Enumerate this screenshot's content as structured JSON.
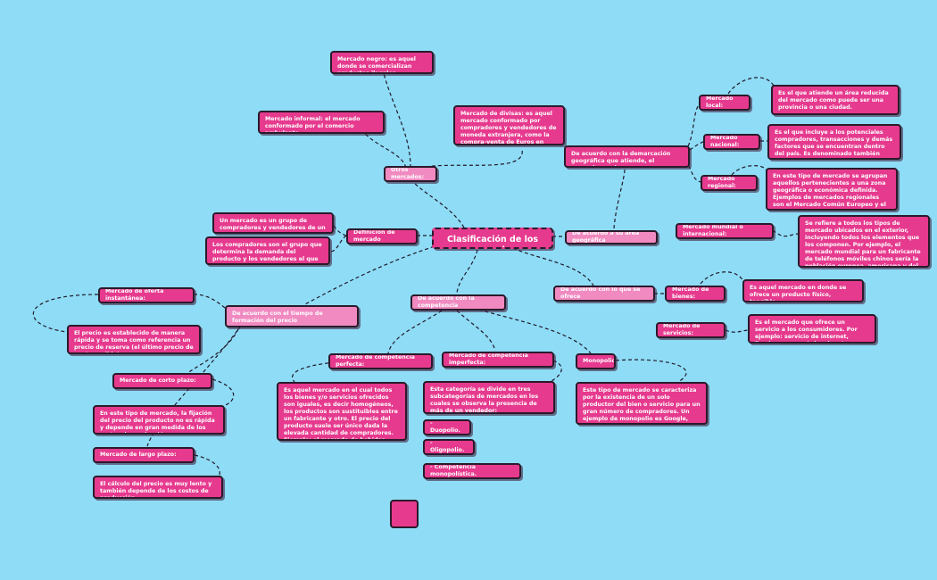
{
  "colors": {
    "background": "#8fdcf6",
    "node": "#e63a8e",
    "node_light": "#f08ac0",
    "border": "#2a1a2a"
  },
  "root": "Clasificación de los mercados",
  "nodes": {
    "mercado_negro": "Mercado negro: es aquel donde se comercializan productos ilegales.",
    "mercado_informal": "Mercado informal: el mercado conformado por el comercio ambulante.",
    "mercado_divisas": "Mercado de divisas: es aquel mercado conformado por compradores y vendedores de moneda extranjera, como la compra-venta de Euros en Estados Unidos, por ejemplo.",
    "otros_mercados": "Otros mercados:",
    "definicion": "Definición de mercado",
    "def_1": "Un mercado es un grupo de compradores y vendedores de un bien o servicio específico.",
    "def_2": "Los compradores son el grupo que determina la demanda del producto y los vendedores el que determina la oferta de dicho producto.",
    "area_geo": "De acuerdo a su área geográfica",
    "demarcacion": "De acuerdo con la demarcación geográfica que atiende, el mercado puede ser:",
    "local": "Mercado local:",
    "local_desc": "Es el que atiende un área reducida del mercado como puede ser una provincia o una ciudad.",
    "nacional": "Mercado nacional:",
    "nacional_desc": "Es el que incluye a los potenciales compradores, transacciones y demás factores que se encuentran dentro del país. Es denominado también Mercado Interno.",
    "regional": "Mercado regional:",
    "regional_desc": "En este tipo de mercado se agrupan aquellos pertenecientes a una zona geográfica o económica definida. Ejemplos de mercados regionales son el Mercado Común Europeo y el Mercado Común del Sur (Mercosur).",
    "mundial": "Mercado mundial o internacional:",
    "mundial_desc": "Se refiere a todos los tipos de mercado ubicados en el exterior, incluyendo todos los elementos que los componen. Por ejemplo, el mercado mundial para un fabricante de teléfonos móviles chinos sería la población europea, americana y del resto de Asia.",
    "lo_que_ofrece": "De acuerdo con lo que se ofrece",
    "bienes": "Mercado de bienes:",
    "bienes_desc": "Es aquel mercado en donde se ofrece un producto físico, tangible.",
    "servicios": "Mercado de servicios:",
    "servicios_desc": "Es el mercado que ofrece un servicio a los consumidores. Por ejemplo: servicio de internet, limpieza, asesoría legal, entre otros.",
    "competencia": "De acuerdo con la competencia",
    "perfecta": "Mercado de competencia perfecta:",
    "perfecta_desc": "Es aquel mercado en el cual todos los bienes y/o servicios ofrecidos son iguales, es decir homogéneos, los productos son sustituibles entre un fabricante y otro. El precio del producto suele ser único dada la elevada cantidad de compradores. Ejemplo: el mercado de bebidas deportivas.",
    "imperfecta": "Mercado de competencia imperfecta:",
    "imperfecta_desc": "Esta categoría se divide en tres subcategorías de mercados en los cuales se observa la presencia de más de un vendedor:",
    "duopolio": "-       Duopolio.",
    "oligopolio": "-       Oligopolio.",
    "monopolistica": "-       Competencia monopolística.",
    "monopolio": "Monopolio:",
    "monopolio_desc": "Este tipo de mercado se caracteriza por la existencia de un solo productor del bien o servicio para un gran número de compradores. Un ejemplo de monopolio es Google, Facebook o Amazon.",
    "tiempo": "De acuerdo con el tiempo de formación del precio",
    "instantanea": "Mercado de oferta instantánea:",
    "instantanea_desc": "El precio es establecido de manera rápida y se toma como referencia un precio de reserva (el último precio de venta posible).",
    "corto": "Mercado de corto plazo:",
    "corto_desc": "En este tipo de mercado, la fijación del precio del producto no es rápida y depende en gran medida de los costos de producción.",
    "largo": "Mercado de largo plazo:",
    "largo_desc": "El cálculo del precio es muy lento y también depende de los costos de producción."
  }
}
